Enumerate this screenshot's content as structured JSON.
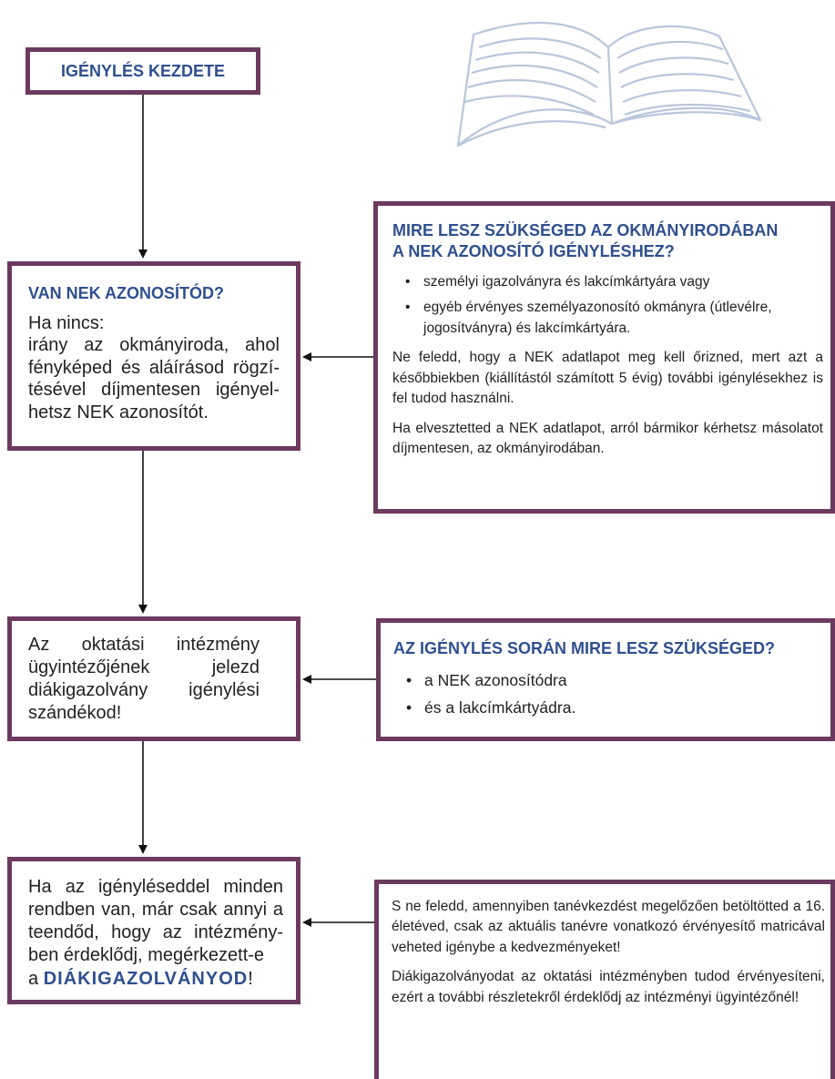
{
  "start": {
    "label": "IGÉNYLÉS KEZDETE"
  },
  "box1": {
    "title": "VAN NEK AZONOSÍTÓD?",
    "line1": "Ha nincs:",
    "body": "irány az okmányiroda, ahol fényképed és aláírásod rögzí-tésével díjmentesen igényel-hetsz NEK azonosítót."
  },
  "info1": {
    "title_line1": "MIRE LESZ SZÜKSÉGED AZ OKMÁNYIRODÁBAN",
    "title_line2": "A NEK AZONOSÍTÓ IGÉNYLÉSHEZ?",
    "bullets": [
      "személyi igazolványra és lakcímkártyára vagy",
      "egyéb érvényes személyazonosító okmányra (útlevélre, jogosítványra) és lakcímkártyára."
    ],
    "para1": "Ne feledd, hogy a NEK adatlapot meg kell őrizned, mert azt a későbbiekben (kiállítástól számított 5 évig) további igénylésekhez is fel tudod használni.",
    "para2": "Ha elvesztetted a NEK adatlapot, arról bármikor kérhetsz másolatot díjmentesen, az okmányirodában."
  },
  "box2": {
    "body": "Az oktatási intézmény ügyintézőjének jelezd diákigazolvány igénylési szándékod!"
  },
  "info2": {
    "title": "AZ IGÉNYLÉS SORÁN MIRE LESZ SZÜKSÉGED?",
    "bullets": [
      "a NEK azonosítódra",
      "és a lakcímkártyádra."
    ]
  },
  "box3": {
    "body": "Ha az igényléseddel minden rendben van, már csak annyi a teendőd, hogy az intézmény-ben érdeklődj, megérkezett-e",
    "prefix": "a ",
    "highlight": "DIÁKIGAZOLVÁNYOD",
    "suffix": "!"
  },
  "info3": {
    "para1": "S ne feledd, amennyiben tanévkezdést megelőzően betöltötted a 16. életéved, csak az aktuális tanévre vonatkozó érvényesítő matricával veheted igénybe a kedvezményeket!",
    "para2": "Diákigazolványodat az oktatási intézményben tudod érvényesíteni, ezért a további részletekről érdeklődj az intézményi ügyintézőnél!"
  },
  "colors": {
    "border": "#6b3a5e",
    "title": "#2f4f8f",
    "book": "#b9c6dc"
  },
  "icons": {
    "book": "open-book-icon"
  }
}
